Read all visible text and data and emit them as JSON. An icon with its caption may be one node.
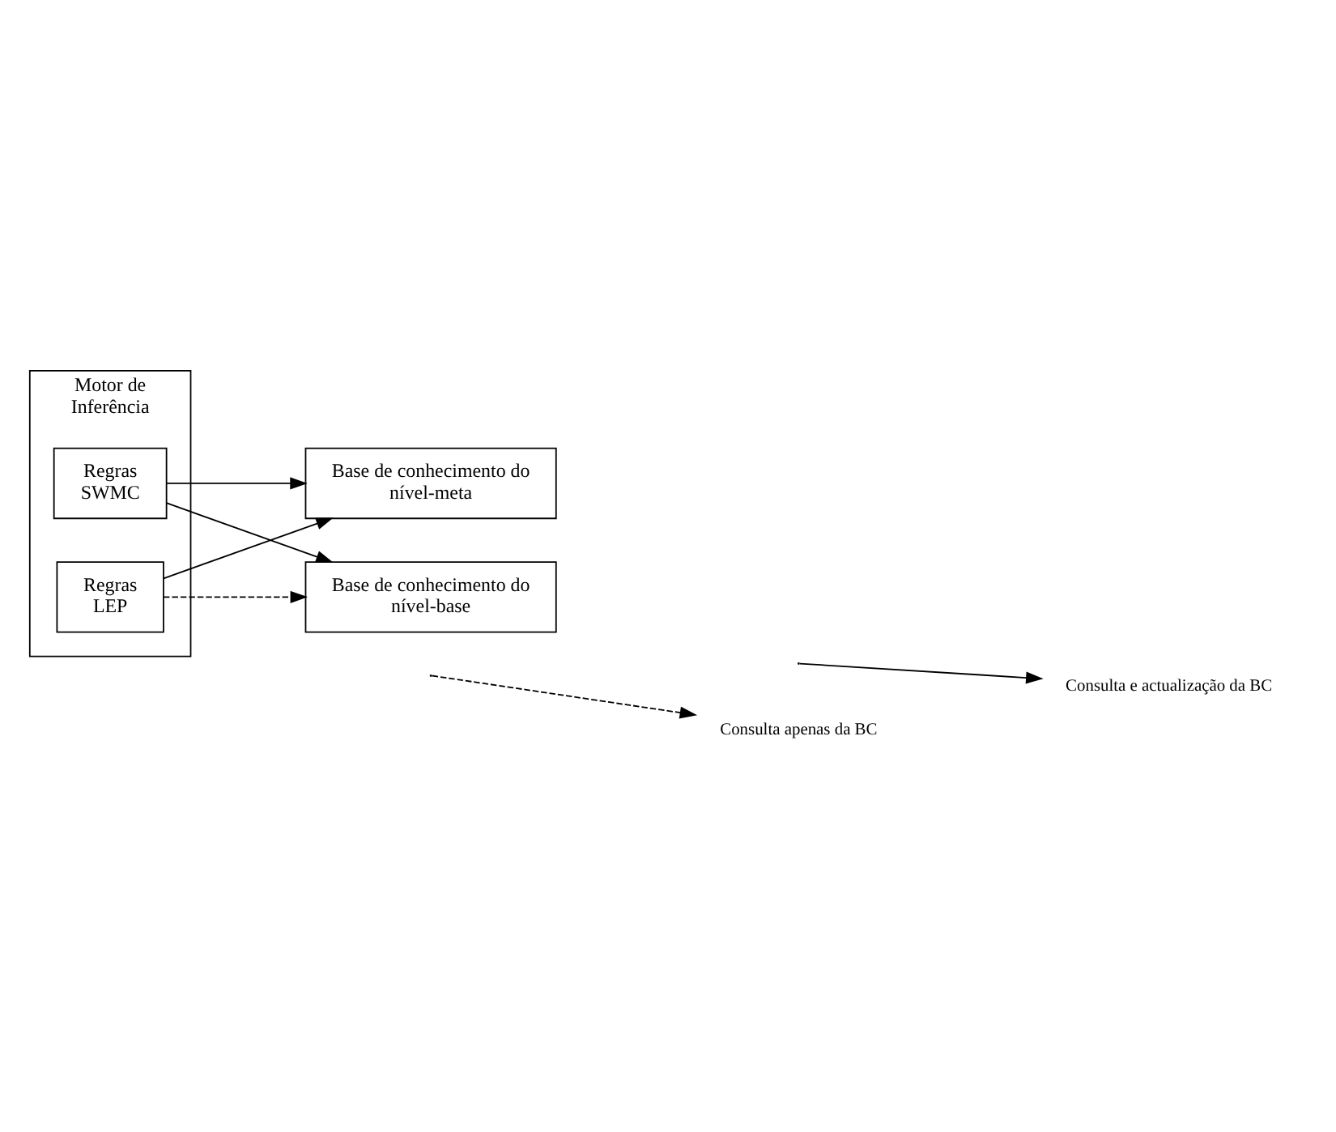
{
  "diagram": {
    "nodes": [
      {
        "text": [
          "Motor de Inferência"
        ]
      },
      {
        "text": [
          "Regras LEP"
        ],
        "in": 0
      },
      {
        "text": [
          "Regras SWMC"
        ],
        "in": 0
      },
      {
        "text": [
          "Base de conhecimento do nível-meta"
        ]
      },
      {
        "text": [
          "Base de conhecimento do nível-base"
        ]
      }
    ],
    "edges": [
      {
        "from": 1,
        "to": 3,
        "arrow": "to"
      },
      {
        "from": 1,
        "to": 4,
        "arrow": "to",
        "style": "dashed"
      },
      {
        "from": 2,
        "to": 3,
        "arrow": "to"
      },
      {
        "from": 2,
        "to": 4,
        "arrow": "to"
      }
    ],
    "legend": [
      {
        "text": "Consulta apenas da BC"
      },
      {
        "text": "Consulta e actualização da BC"
      }
    ]
  }
}
